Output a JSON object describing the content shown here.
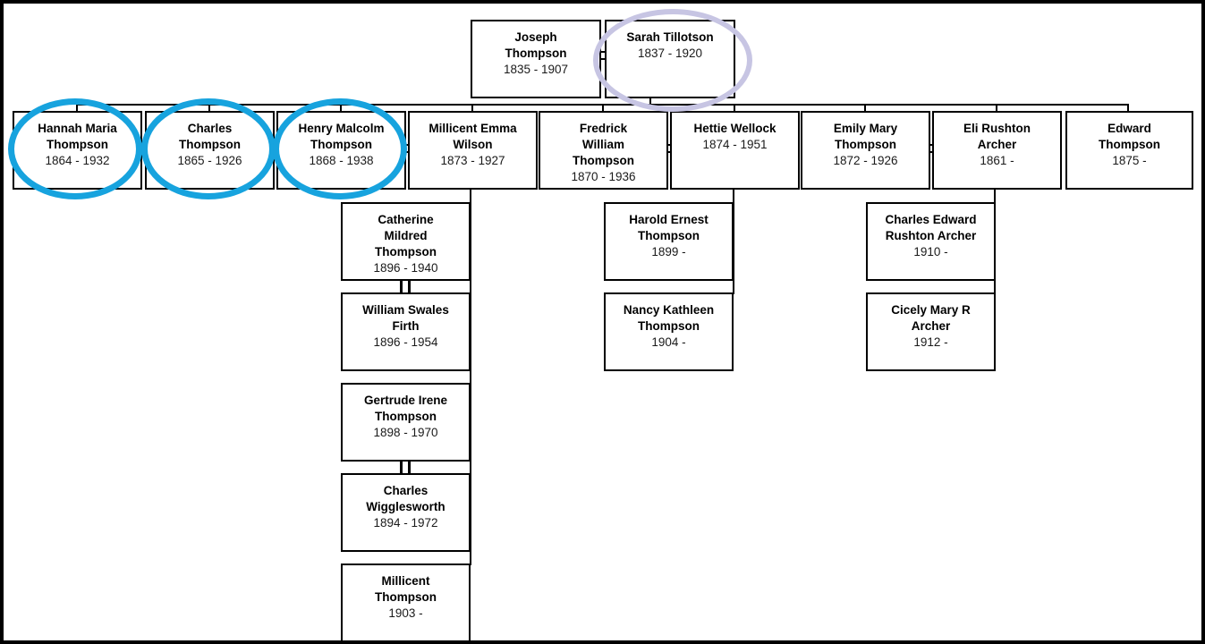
{
  "diagram_type": "family-tree",
  "colors": {
    "highlight_blue": "#17A3DE",
    "highlight_lavender": "#C7C5E3",
    "line": "#000000",
    "box_background": "#FFFFFF"
  },
  "persons": {
    "joseph": {
      "name": "Joseph\nThompson",
      "dates": "1835 - 1907",
      "highlight": "none"
    },
    "sarah": {
      "name": "Sarah Tillotson",
      "dates": "1837 - 1920",
      "highlight": "lavender"
    },
    "hannah": {
      "name": "Hannah Maria\nThompson",
      "dates": "1864 - 1932",
      "highlight": "blue"
    },
    "charles": {
      "name": "Charles\nThompson",
      "dates": "1865 - 1926",
      "highlight": "blue"
    },
    "henry": {
      "name": "Henry Malcolm\nThompson",
      "dates": "1868 - 1938",
      "highlight": "blue"
    },
    "millicent_wilson": {
      "name": "Millicent Emma\nWilson",
      "dates": "1873 - 1927",
      "highlight": "none"
    },
    "fredrick": {
      "name": "Fredrick\nWilliam\nThompson",
      "dates": "1870 - 1936",
      "highlight": "none"
    },
    "hettie": {
      "name": "Hettie Wellock",
      "dates": "1874 - 1951",
      "highlight": "none"
    },
    "emily": {
      "name": "Emily Mary\nThompson",
      "dates": "1872 - 1926",
      "highlight": "none"
    },
    "eli": {
      "name": "Eli Rushton\nArcher",
      "dates": "1861 -",
      "highlight": "none"
    },
    "edward": {
      "name": "Edward\nThompson",
      "dates": "1875 -",
      "highlight": "none"
    },
    "catherine": {
      "name": "Catherine\nMildred\nThompson",
      "dates": "1896 - 1940",
      "highlight": "none"
    },
    "william_firth": {
      "name": "William Swales\nFirth",
      "dates": "1896 - 1954",
      "highlight": "none"
    },
    "gertrude": {
      "name": "Gertrude Irene\nThompson",
      "dates": "1898 - 1970",
      "highlight": "none"
    },
    "charles_wigglesworth": {
      "name": "Charles\nWigglesworth",
      "dates": "1894 - 1972",
      "highlight": "none"
    },
    "millicent_thompson": {
      "name": "Millicent\nThompson",
      "dates": "1903 -",
      "highlight": "none"
    },
    "harold": {
      "name": "Harold Ernest\nThompson",
      "dates": "1899 -",
      "highlight": "none"
    },
    "nancy": {
      "name": "Nancy Kathleen\nThompson",
      "dates": "1904 -",
      "highlight": "none"
    },
    "charles_archer": {
      "name": "Charles Edward\nRushton Archer",
      "dates": "1910 -",
      "highlight": "none"
    },
    "cicely": {
      "name": "Cicely Mary R\nArcher",
      "dates": "1912 -",
      "highlight": "none"
    }
  },
  "marriages": [
    {
      "a": "joseph",
      "b": "sarah"
    },
    {
      "a": "henry",
      "b": "millicent_wilson"
    },
    {
      "a": "fredrick",
      "b": "hettie"
    },
    {
      "a": "emily",
      "b": "eli"
    },
    {
      "a": "catherine",
      "b": "william_firth"
    },
    {
      "a": "gertrude",
      "b": "charles_wigglesworth"
    }
  ]
}
